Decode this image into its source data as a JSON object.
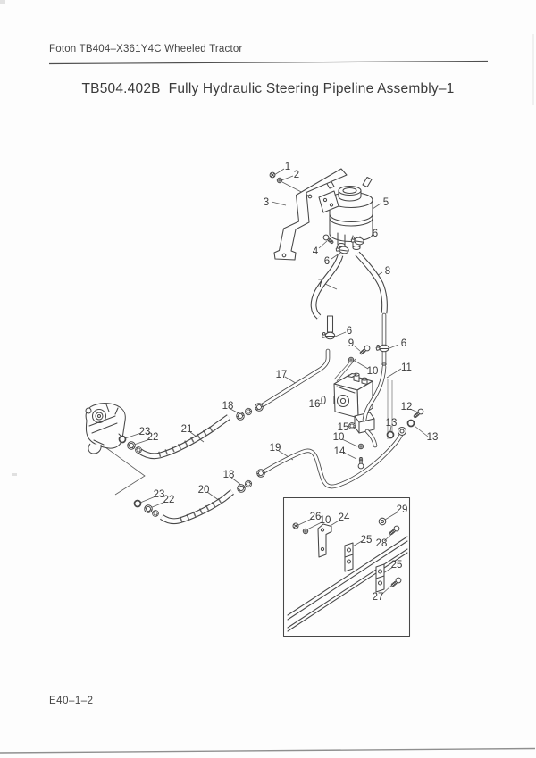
{
  "page": {
    "header": "Foton TB404–X361Y4C Wheeled Tractor",
    "title": "TB504.402B  Fully Hydraulic Steering Pipeline Assembly–1",
    "footer": "E40–1–2"
  },
  "colors": {
    "paper": "#fdfdfd",
    "ink": "#474747",
    "text": "#3c3c3c"
  },
  "diagram": {
    "callouts": [
      {
        "label": "1"
      },
      {
        "label": "2"
      },
      {
        "label": "3"
      },
      {
        "label": "5"
      },
      {
        "label": "4"
      },
      {
        "label": "6"
      },
      {
        "label": "6"
      },
      {
        "label": "7"
      },
      {
        "label": "8"
      },
      {
        "label": "6"
      },
      {
        "label": "9"
      },
      {
        "label": "6"
      },
      {
        "label": "10"
      },
      {
        "label": "11"
      },
      {
        "label": "17"
      },
      {
        "label": "16"
      },
      {
        "label": "12"
      },
      {
        "label": "13"
      },
      {
        "label": "15"
      },
      {
        "label": "10"
      },
      {
        "label": "13"
      },
      {
        "label": "14"
      },
      {
        "label": "18"
      },
      {
        "label": "21"
      },
      {
        "label": "23"
      },
      {
        "label": "22"
      },
      {
        "label": "19"
      },
      {
        "label": "18"
      },
      {
        "label": "20"
      },
      {
        "label": "23"
      },
      {
        "label": "22"
      },
      {
        "label": "26"
      },
      {
        "label": "10"
      },
      {
        "label": "24"
      },
      {
        "label": "29"
      },
      {
        "label": "25"
      },
      {
        "label": "28"
      },
      {
        "label": "25"
      },
      {
        "label": "27"
      }
    ]
  }
}
